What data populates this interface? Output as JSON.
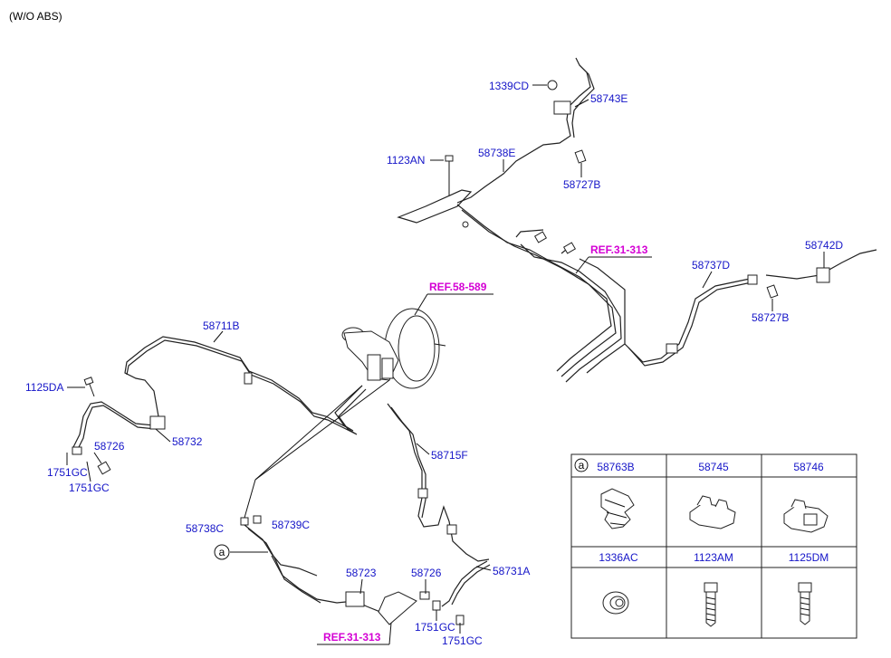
{
  "header_note": "(W/O ABS)",
  "callouts": {
    "p1339CD": "1339CD",
    "p58743E": "58743E",
    "p58738E": "58738E",
    "p1123AN": "1123AN",
    "p58727B_top": "58727B",
    "ref31_313_top": "REF.31-313",
    "p58742D": "58742D",
    "p58737D": "58737D",
    "p58727B_right": "58727B",
    "ref58_589": "REF.58-589",
    "p58711B": "58711B",
    "p1125DA": "1125DA",
    "p58732": "58732",
    "p58726_left": "58726",
    "p1751GC_left1": "1751GC",
    "p1751GC_left2": "1751GC",
    "p58715F": "58715F",
    "p58738C": "58738C",
    "p58739C": "58739C",
    "marker_a": "a",
    "p58723": "58723",
    "p58726_bottom": "58726",
    "p58731A": "58731A",
    "p1751GC_bottom1": "1751GC",
    "p1751GC_bottom2": "1751GC",
    "ref31_313_bottom": "REF.31-313"
  },
  "parts_table": {
    "row1": {
      "marker": "a",
      "cells": [
        "58763B",
        "58745",
        "58746"
      ]
    },
    "row2": {
      "cells": [
        "1336AC",
        "1123AM",
        "1125DM"
      ]
    }
  },
  "colors": {
    "part_number": "#1515c8",
    "reference": "#d400d4",
    "line": "#111111"
  }
}
